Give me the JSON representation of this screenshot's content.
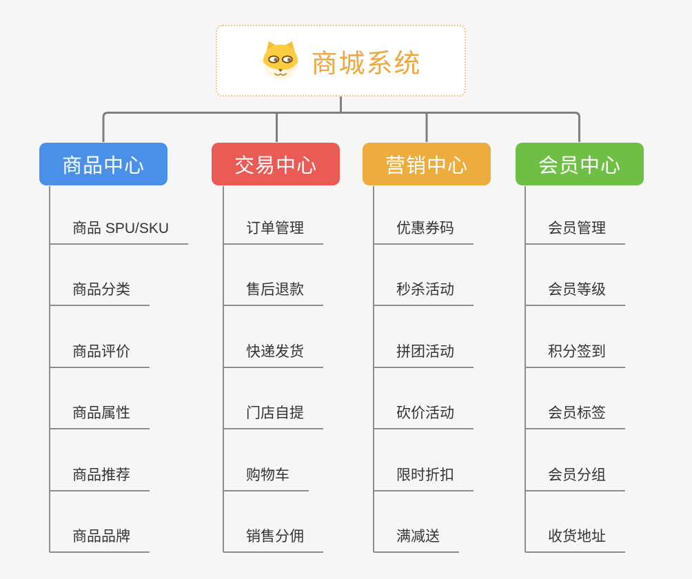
{
  "root": {
    "title": "商城系统",
    "icon": "doge-icon",
    "accent_color": "#F0A73F",
    "border_color": "#F3C27E"
  },
  "connector_color": "#7E7E7E",
  "underline_color": "#8C8C8C",
  "branches": [
    {
      "label": "商品中心",
      "color": "#4A90E8",
      "items": [
        "商品 SPU/SKU",
        "商品分类",
        "商品评价",
        "商品属性",
        "商品推荐",
        "商品品牌"
      ]
    },
    {
      "label": "交易中心",
      "color": "#EB5B56",
      "items": [
        "订单管理",
        "售后退款",
        "快递发货",
        "门店自提",
        "购物车",
        "销售分佣"
      ]
    },
    {
      "label": "营销中心",
      "color": "#EDAD3E",
      "items": [
        "优惠券码",
        "秒杀活动",
        "拼团活动",
        "砍价活动",
        "限时折扣",
        "满减送"
      ]
    },
    {
      "label": "会员中心",
      "color": "#6FBE45",
      "items": [
        "会员管理",
        "会员等级",
        "积分签到",
        "会员标签",
        "会员分组",
        "收货地址"
      ]
    }
  ]
}
